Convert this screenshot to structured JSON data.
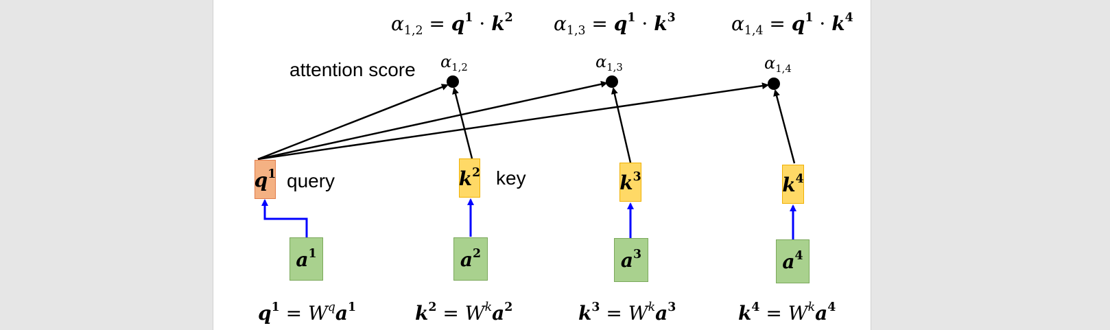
{
  "labels": {
    "attention_score": "attention score",
    "query": "query",
    "key": "key"
  },
  "scores": [
    {
      "alpha": "α",
      "sub": "1,2",
      "q": "q",
      "q_sup": "1",
      "dot": "·",
      "k": "k",
      "k_sup": "2"
    },
    {
      "alpha": "α",
      "sub": "1,3",
      "q": "q",
      "q_sup": "1",
      "dot": "·",
      "k": "k",
      "k_sup": "3"
    },
    {
      "alpha": "α",
      "sub": "1,4",
      "q": "q",
      "q_sup": "1",
      "dot": "·",
      "k": "k",
      "k_sup": "4"
    }
  ],
  "vectors": {
    "query": {
      "sym": "q",
      "sup": "1"
    },
    "keys": [
      {
        "sym": "k",
        "sup": "2"
      },
      {
        "sym": "k",
        "sup": "3"
      },
      {
        "sym": "k",
        "sup": "4"
      }
    ],
    "inputs": [
      {
        "sym": "a",
        "sup": "1"
      },
      {
        "sym": "a",
        "sup": "2"
      },
      {
        "sym": "a",
        "sup": "3"
      },
      {
        "sym": "a",
        "sup": "4"
      }
    ]
  },
  "equations": [
    {
      "lhs": "q",
      "lhs_sup": "1",
      "eq": "=",
      "W": "W",
      "W_sup": "q",
      "rhs": "a",
      "rhs_sup": "1"
    },
    {
      "lhs": "k",
      "lhs_sup": "2",
      "eq": "=",
      "W": "W",
      "W_sup": "k",
      "rhs": "a",
      "rhs_sup": "2"
    },
    {
      "lhs": "k",
      "lhs_sup": "3",
      "eq": "=",
      "W": "W",
      "W_sup": "k",
      "rhs": "a",
      "rhs_sup": "3"
    },
    {
      "lhs": "k",
      "lhs_sup": "4",
      "eq": "=",
      "W": "W",
      "W_sup": "k",
      "rhs": "a",
      "rhs_sup": "4"
    }
  ],
  "colors": {
    "query_fill": "#f4b183",
    "key_fill": "#ffd966",
    "input_fill": "#a9d18e",
    "projection_arrow": "#0000ff",
    "score_arrow": "#000000"
  }
}
